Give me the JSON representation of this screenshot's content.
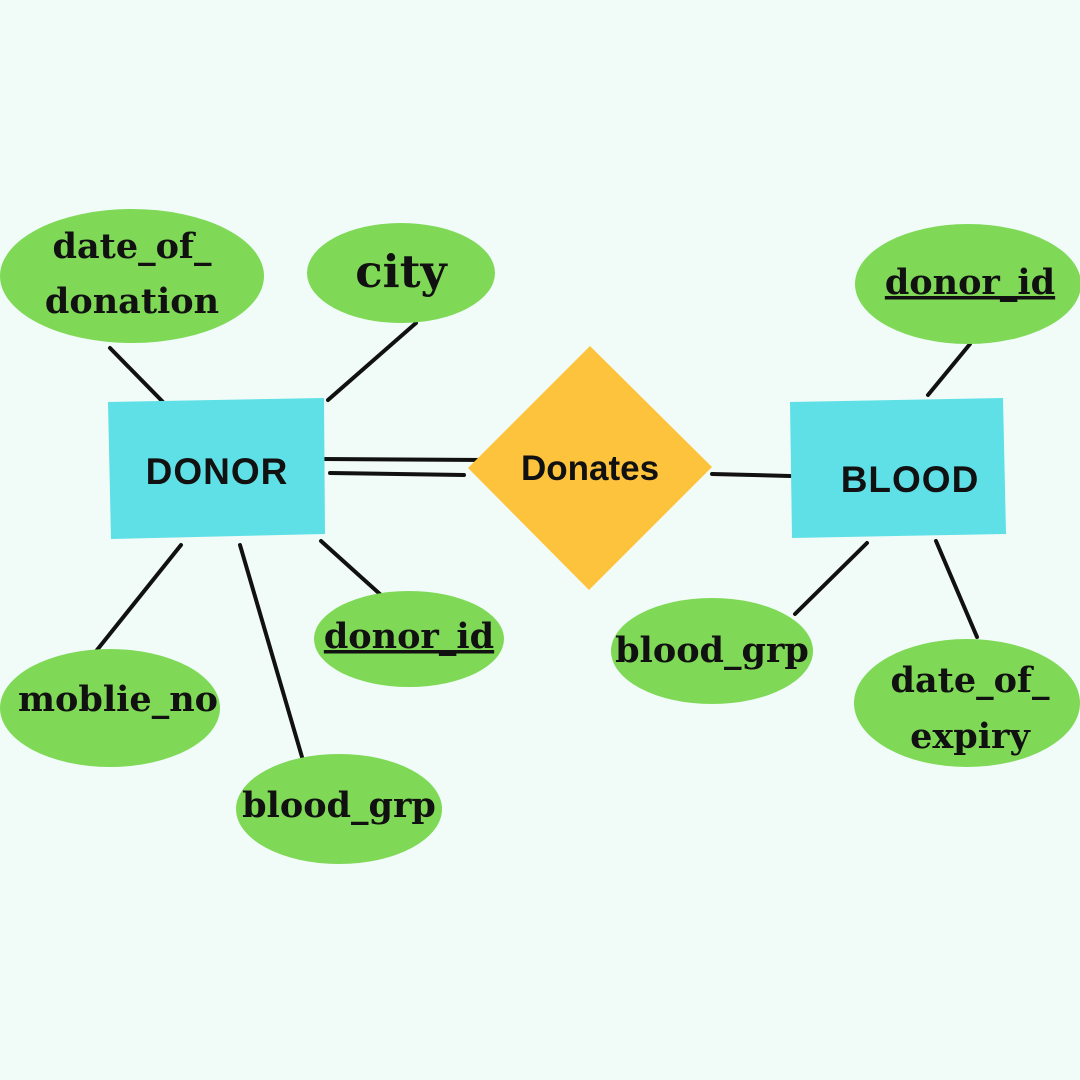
{
  "entities": {
    "donor": "DONOR",
    "blood": "BLOOD"
  },
  "relationship": {
    "label": "Donates"
  },
  "donor_attributes": {
    "date_of_donation_line1": "date_of_",
    "date_of_donation_line2": "donation",
    "city": "city",
    "mobile_no": "moblie_no",
    "blood_grp": "blood_grp",
    "donor_id": "donor_id"
  },
  "blood_attributes": {
    "donor_id": "donor_id",
    "blood_grp": "blood_grp",
    "date_of_expiry_line1": "date_of_",
    "date_of_expiry_line2": "expiry"
  },
  "colors": {
    "background": "#f1fcf9",
    "attribute": "#7fd957",
    "entity": "#5ee0e6",
    "relationship": "#fec33c",
    "line": "#111111"
  }
}
